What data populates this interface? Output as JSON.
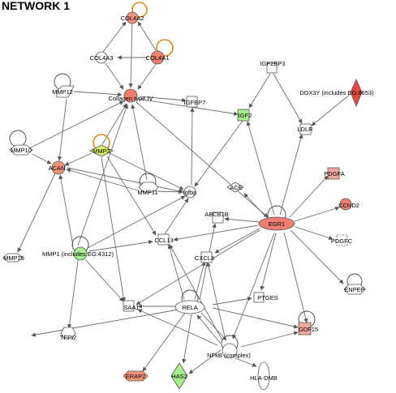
{
  "title": "NETWORK 1",
  "colors": {
    "white": "#ffffff",
    "red_strong": "#e8483f",
    "red_medium": "#f07f72",
    "red_light": "#f6a7a0",
    "salmon": "#f4937a",
    "green": "#a6ee8f",
    "orange_border": "#d98a1e",
    "edge": "#6d6d6d"
  },
  "nodes": {
    "col4a2": "COL4A2",
    "col4a3": "COL4A3",
    "col4a1": "COL4A1",
    "collagen": "Collagen type IV",
    "mmp12": "MMP12",
    "igfbp7": "IGFBP7",
    "igf2bp3": "IGF2BP3",
    "ddx3y": "DDX3Y (includes EG:8653)",
    "igf2": "IGF2",
    "ldlr": "LDLR",
    "mmp10": "MMP10",
    "mmp3": "MMP3",
    "acan": "ACAN",
    "mmp11": "MMP11",
    "igfbp": "Igfbp",
    "ace": "ACE",
    "pdgfa": "PDGFA",
    "abcb1b": "ABCB1B",
    "egr1": "EGR1",
    "ccnd2": "CCND2",
    "mmp25": "MMP25",
    "mmp1": "MMP1 (includes EG:4312)",
    "ccl13": "CCL13",
    "pdgfc": "PDGFC",
    "cxcl3": "CXCL3",
    "enpep": "ENPEP",
    "saa1": "SAA1",
    "rela": "RELA",
    "ptges": "PTGES",
    "tfpi2": "TFPI2",
    "gdf15": "GDF15",
    "nfkb": "NFkB (complex)",
    "erap2": "ERAP2",
    "has2": "HAS2",
    "hla": "HLA-DMB"
  }
}
